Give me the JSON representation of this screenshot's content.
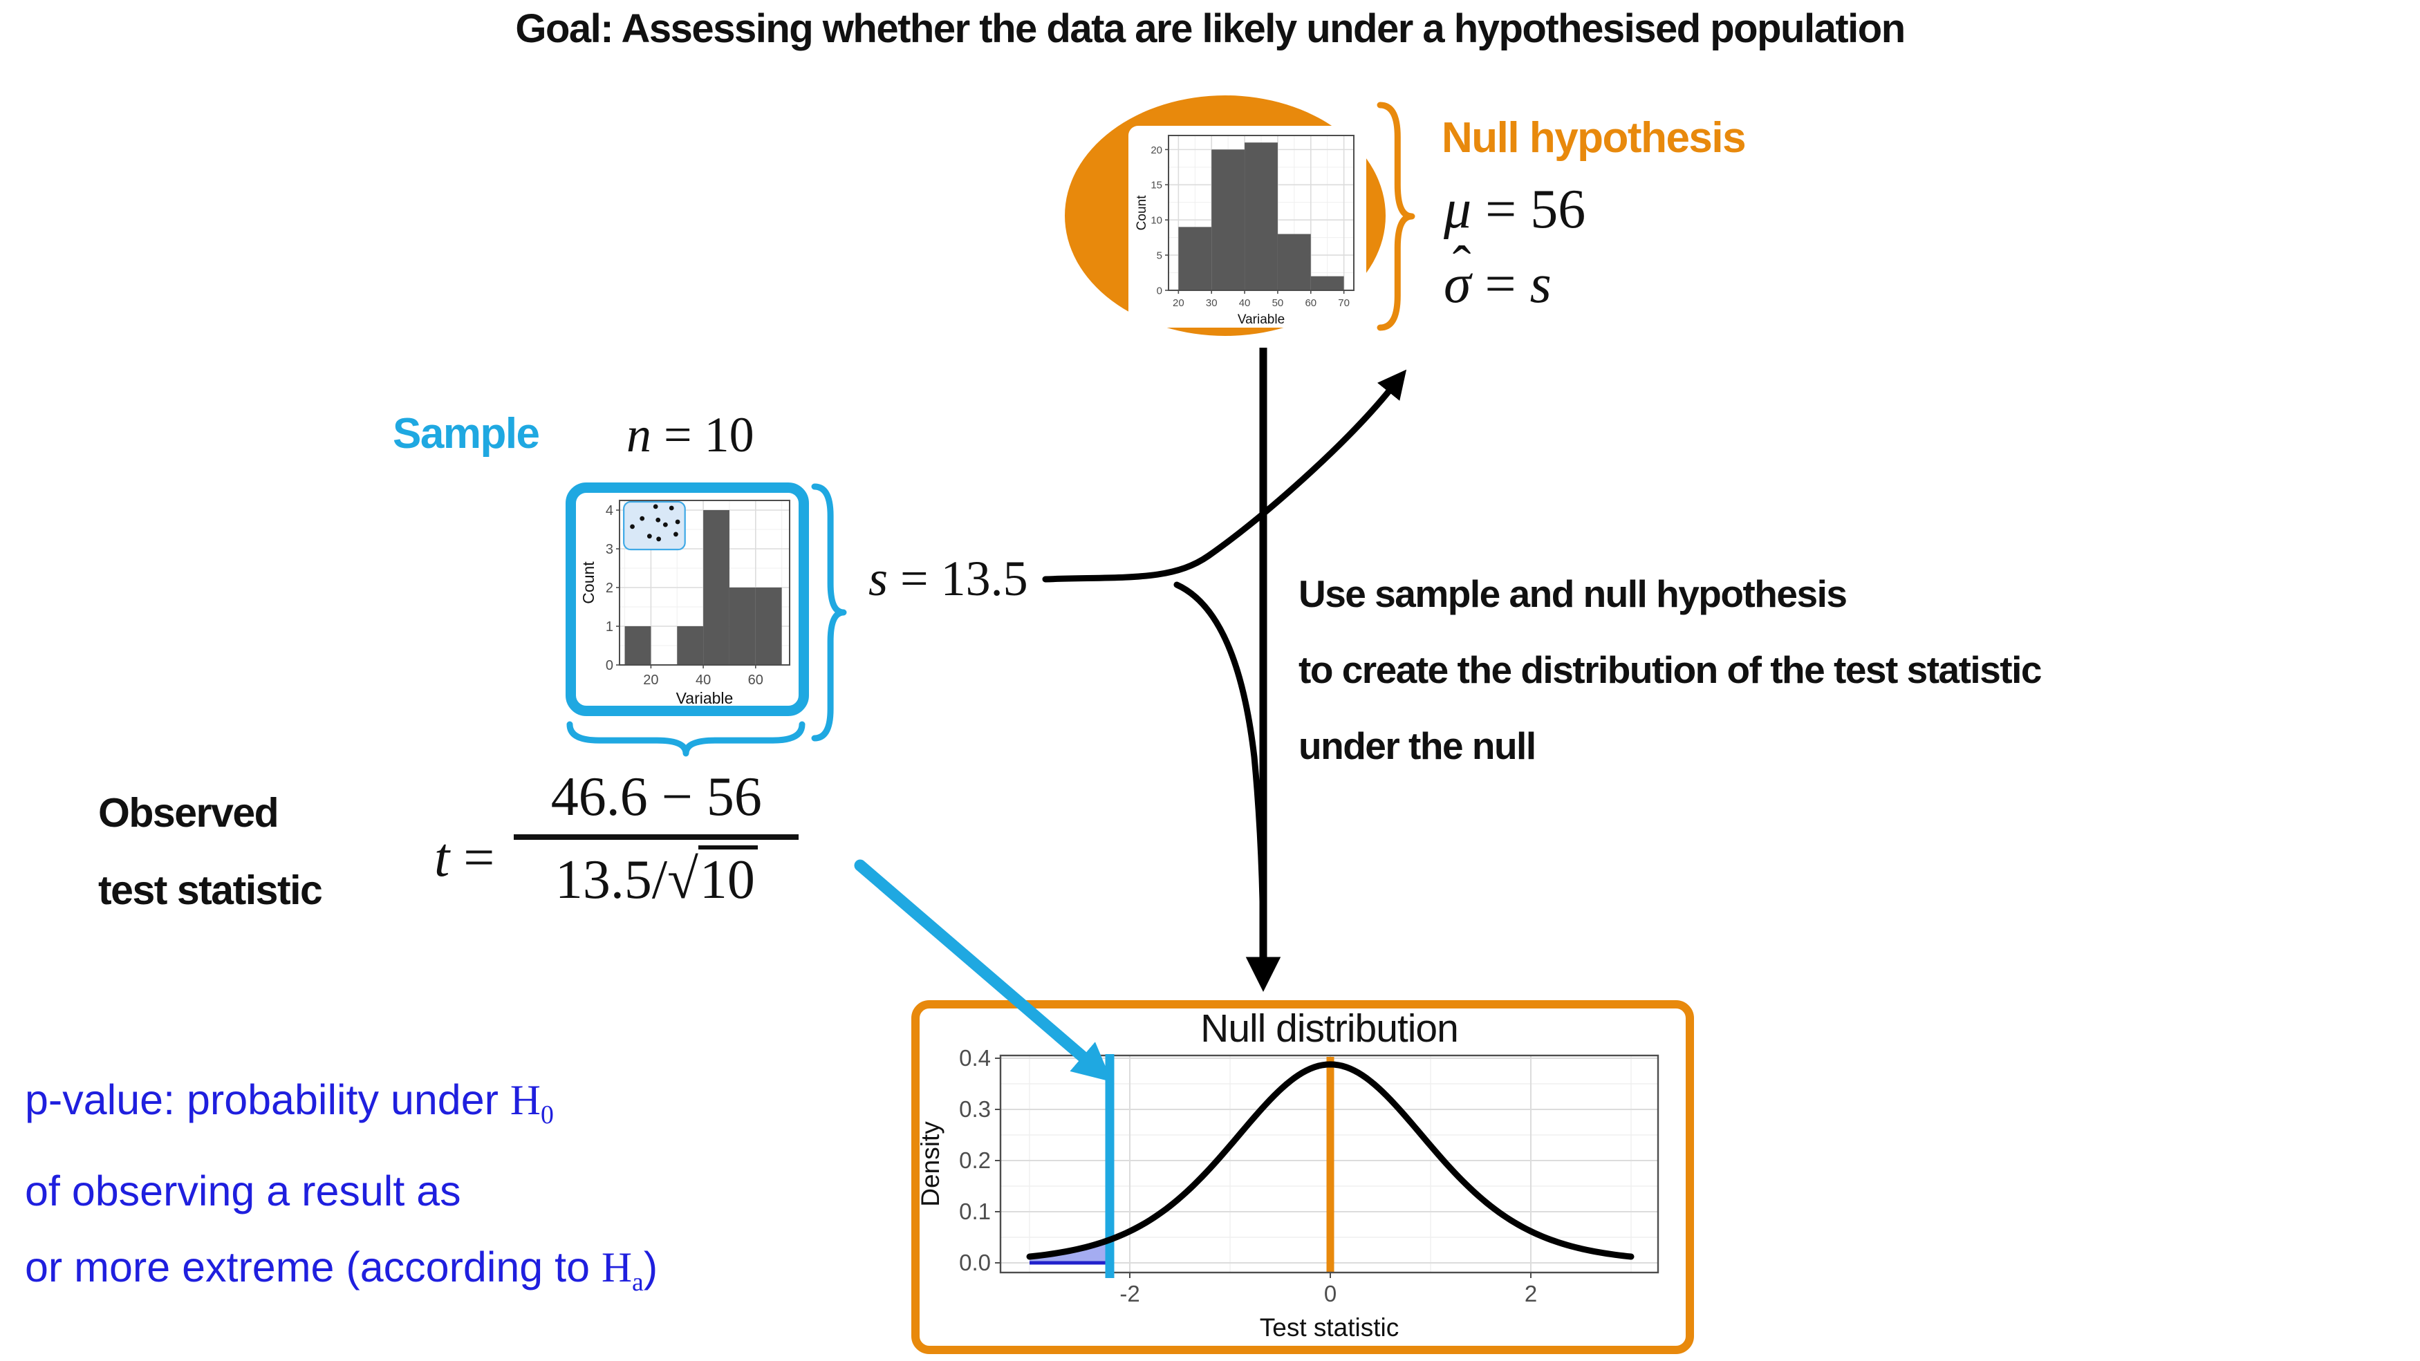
{
  "title": "Goal: Assessing whether the data are likely under a hypothesised population",
  "colors": {
    "orange": "#E8890C",
    "cyan": "#1FA8E1",
    "blue_text": "#1F1FDE",
    "dark_blue": "#2121CB",
    "shade_fill": "#9AA3EF",
    "bar_gray": "#595959",
    "axis_text": "#4D4D4D",
    "grid_major": "#DCDCDC",
    "grid_minor": "#EFEFEF",
    "panel_border": "#4D4D4D",
    "black": "#111111"
  },
  "population": {
    "heading": "Null hypothesis",
    "mu_var": "μ",
    "mu_rest": " = 56",
    "sigma_var": "σ",
    "sigma_hat": "ˆ",
    "sigma_eq": " = ",
    "sigma_s": "s"
  },
  "sample": {
    "heading": "Sample",
    "n_var": "n",
    "n_rest": " = 10",
    "s_var": "s",
    "s_rest": " = 13.5"
  },
  "observed": {
    "label_line1": "Observed",
    "label_line2": "test statistic",
    "t_var": "t",
    "t_eq": " =",
    "numerator": "46.6  − 56",
    "denom_prefix": "13.5/",
    "radical": "√",
    "radicand": "10"
  },
  "use_note": {
    "line1": "Use sample and null hypothesis",
    "line2": "to create the distribution of the test statistic",
    "line3": "under the null"
  },
  "pvalue_note": {
    "line1_pre": "p-value: probability under ",
    "h0_base": "H",
    "h0_sub": "0",
    "line2": "of observing a result as",
    "line3_pre": "or more extreme (according to ",
    "ha_base": "H",
    "ha_sub": "a",
    "line3_post": ")"
  },
  "chart_data": [
    {
      "id": "population-histogram",
      "type": "bar",
      "xlabel": "Variable",
      "ylabel": "Count",
      "bins": [
        [
          20,
          30,
          9
        ],
        [
          30,
          40,
          20
        ],
        [
          40,
          50,
          21
        ],
        [
          50,
          60,
          8
        ],
        [
          60,
          70,
          2
        ]
      ],
      "xticks": [
        20,
        30,
        40,
        50,
        60,
        70
      ],
      "yticks": [
        0,
        5,
        10,
        15,
        20
      ],
      "x_minor": [
        25,
        35,
        45,
        55,
        65
      ],
      "y_minor": [
        2.5,
        7.5,
        12.5,
        17.5
      ],
      "xlim": [
        17,
        73
      ],
      "ylim": [
        0,
        22
      ],
      "grid": true
    },
    {
      "id": "sample-histogram",
      "type": "bar",
      "xlabel": "Variable",
      "ylabel": "Count",
      "bins": [
        [
          10,
          20,
          1
        ],
        [
          30,
          40,
          1
        ],
        [
          40,
          50,
          4
        ],
        [
          50,
          60,
          2
        ],
        [
          60,
          70,
          2
        ]
      ],
      "xticks": [
        20,
        40,
        60
      ],
      "yticks": [
        0,
        1,
        2,
        3,
        4
      ],
      "x_minor": [
        10,
        30,
        50,
        70
      ],
      "y_minor": [
        0.5,
        1.5,
        2.5,
        3.5
      ],
      "xlim": [
        8,
        73
      ],
      "ylim": [
        0,
        4.25
      ],
      "grid": true,
      "inset": {
        "n_points": 10,
        "dots": [
          [
            0.52,
            0.1
          ],
          [
            0.78,
            0.13
          ],
          [
            0.3,
            0.35
          ],
          [
            0.56,
            0.38
          ],
          [
            0.14,
            0.52
          ],
          [
            0.68,
            0.48
          ],
          [
            0.88,
            0.42
          ],
          [
            0.42,
            0.72
          ],
          [
            0.57,
            0.78
          ],
          [
            0.85,
            0.68
          ]
        ]
      }
    },
    {
      "id": "null-distribution",
      "type": "area",
      "title": "Null distribution",
      "xlabel": "Test statistic",
      "ylabel": "Density",
      "curve": {
        "family": "t",
        "df": 9,
        "peak_density": 0.388,
        "mean": 0,
        "range": [
          -3.0,
          3.0
        ]
      },
      "xticks": [
        -2,
        0,
        2
      ],
      "xtick_labels": [
        "-2",
        "0",
        "2"
      ],
      "yticks": [
        0,
        0.1,
        0.2,
        0.3,
        0.4
      ],
      "ytick_labels": [
        "0.0",
        "0.1",
        "0.2",
        "0.3",
        "0.4"
      ],
      "x_minor": [
        -3,
        -1,
        1,
        3
      ],
      "y_minor": [
        0.05,
        0.15,
        0.25,
        0.35
      ],
      "xlim": [
        -3.3,
        3.27
      ],
      "ylim": [
        0,
        0.425
      ],
      "grid": true,
      "null_line_x": 0,
      "observed_t_line_x": -2.2,
      "shaded_region": {
        "from": -3.0,
        "to": -2.2,
        "meaning": "p-value tail area"
      }
    }
  ]
}
